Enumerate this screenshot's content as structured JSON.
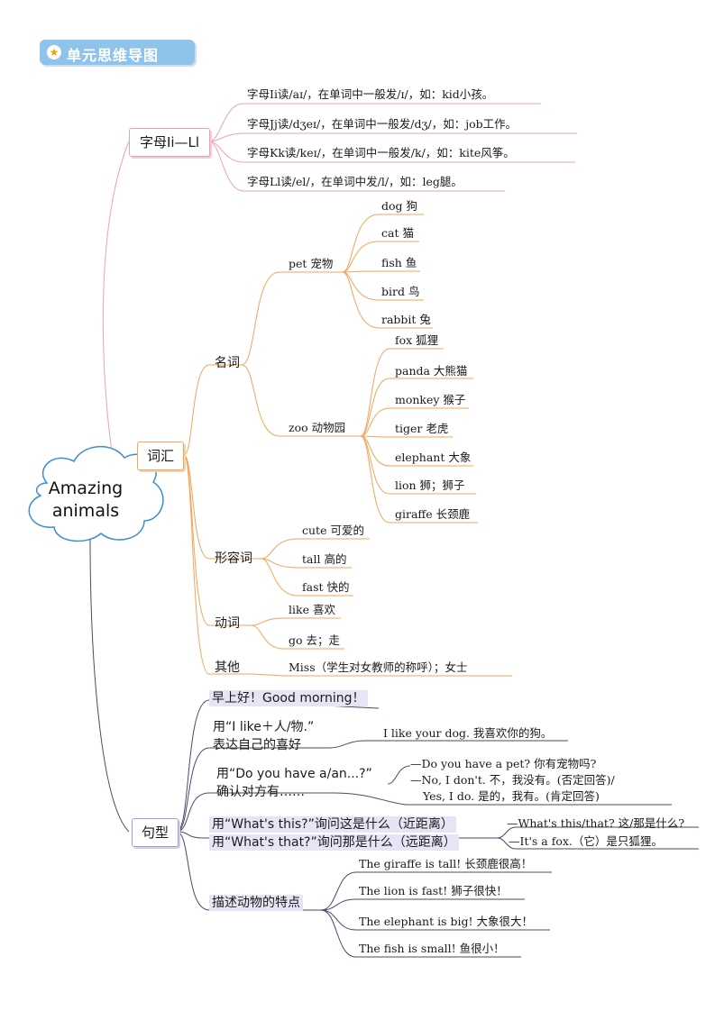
{
  "header": {
    "title": "单元思维导图"
  },
  "center": {
    "line1": "Amazing",
    "line2": "animals"
  },
  "letters": {
    "label": "字母Ii—Ll",
    "items": [
      "字母Ii读/aɪ/，在单词中一般发/ɪ/，如：kid小孩。",
      "字母Jj读/dʒeɪ/，在单词中一般发/dʒ/，如：job工作。",
      "字母Kk读/keɪ/，在单词中一般发/k/，如：kite风筝。",
      "字母Ll读/el/，在单词中发/l/，如：leg腿。"
    ]
  },
  "vocab": {
    "label": "词汇",
    "noun": {
      "label": "名词",
      "pet": {
        "label": "pet 宠物",
        "items": [
          "dog 狗",
          "cat 猫",
          "fish 鱼",
          "bird 鸟",
          "rabbit 兔"
        ]
      },
      "zoo": {
        "label": "zoo 动物园",
        "items": [
          "fox 狐狸",
          "panda 大熊猫",
          "monkey 猴子",
          "tiger 老虎",
          "elephant 大象",
          "lion 狮；狮子",
          "giraffe 长颈鹿"
        ]
      }
    },
    "adj": {
      "label": "形容词",
      "items": [
        "cute 可爱的",
        "tall 高的",
        "fast 快的"
      ]
    },
    "verb": {
      "label": "动词",
      "items": [
        "like 喜欢",
        "go 去；走"
      ]
    },
    "other": {
      "label": "其他",
      "items": [
        "Miss（学生对女教师的称呼）；女士"
      ]
    }
  },
  "sentences": {
    "label": "句型",
    "s1": "早上好！Good morning！",
    "s2": {
      "l1": "用“I like＋人/物.”",
      "l2": "表达自己的喜好",
      "ex": "I like your dog. 我喜欢你的狗。"
    },
    "s3": {
      "l1": "用“Do you have a/an...?”",
      "l2": "确认对方有……",
      "ex": [
        "—Do you have a pet? 你有宠物吗?",
        "—No, I don't. 不，我没有。(否定回答)/",
        "Yes, I do. 是的，我有。(肯定回答)"
      ]
    },
    "s4": {
      "l1": "用“What's this?”询问这是什么（近距离）",
      "l2": "用“What's that?”询问那是什么（远距离）",
      "ex": [
        "—What's this/that? 这/那是什么?",
        "—It's a fox.（它）是只狐狸。"
      ]
    },
    "s5": {
      "label": "描述动物的特点",
      "items": [
        "The giraffe is tall! 长颈鹿很高！",
        "The lion is fast! 狮子很快！",
        "The elephant is big! 大象很大！",
        "The fish is small! 鱼很小！"
      ]
    }
  }
}
